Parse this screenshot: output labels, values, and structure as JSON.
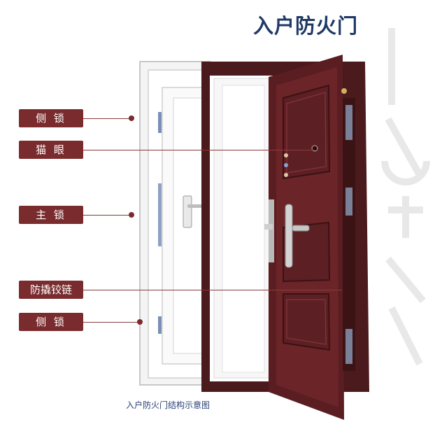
{
  "title": "入户防火门",
  "labels": [
    {
      "text": "侧 锁"
    },
    {
      "text": "猫 眼"
    },
    {
      "text": "主 锁"
    },
    {
      "text": "防撬铰链"
    },
    {
      "text": "侧 锁"
    }
  ],
  "caption": "入户防火门结构示意图",
  "colors": {
    "label_bg": "#7a2b2d",
    "title": "#1f3a66",
    "door_leaf": "#5a1e22",
    "caption": "#2a3f78"
  }
}
